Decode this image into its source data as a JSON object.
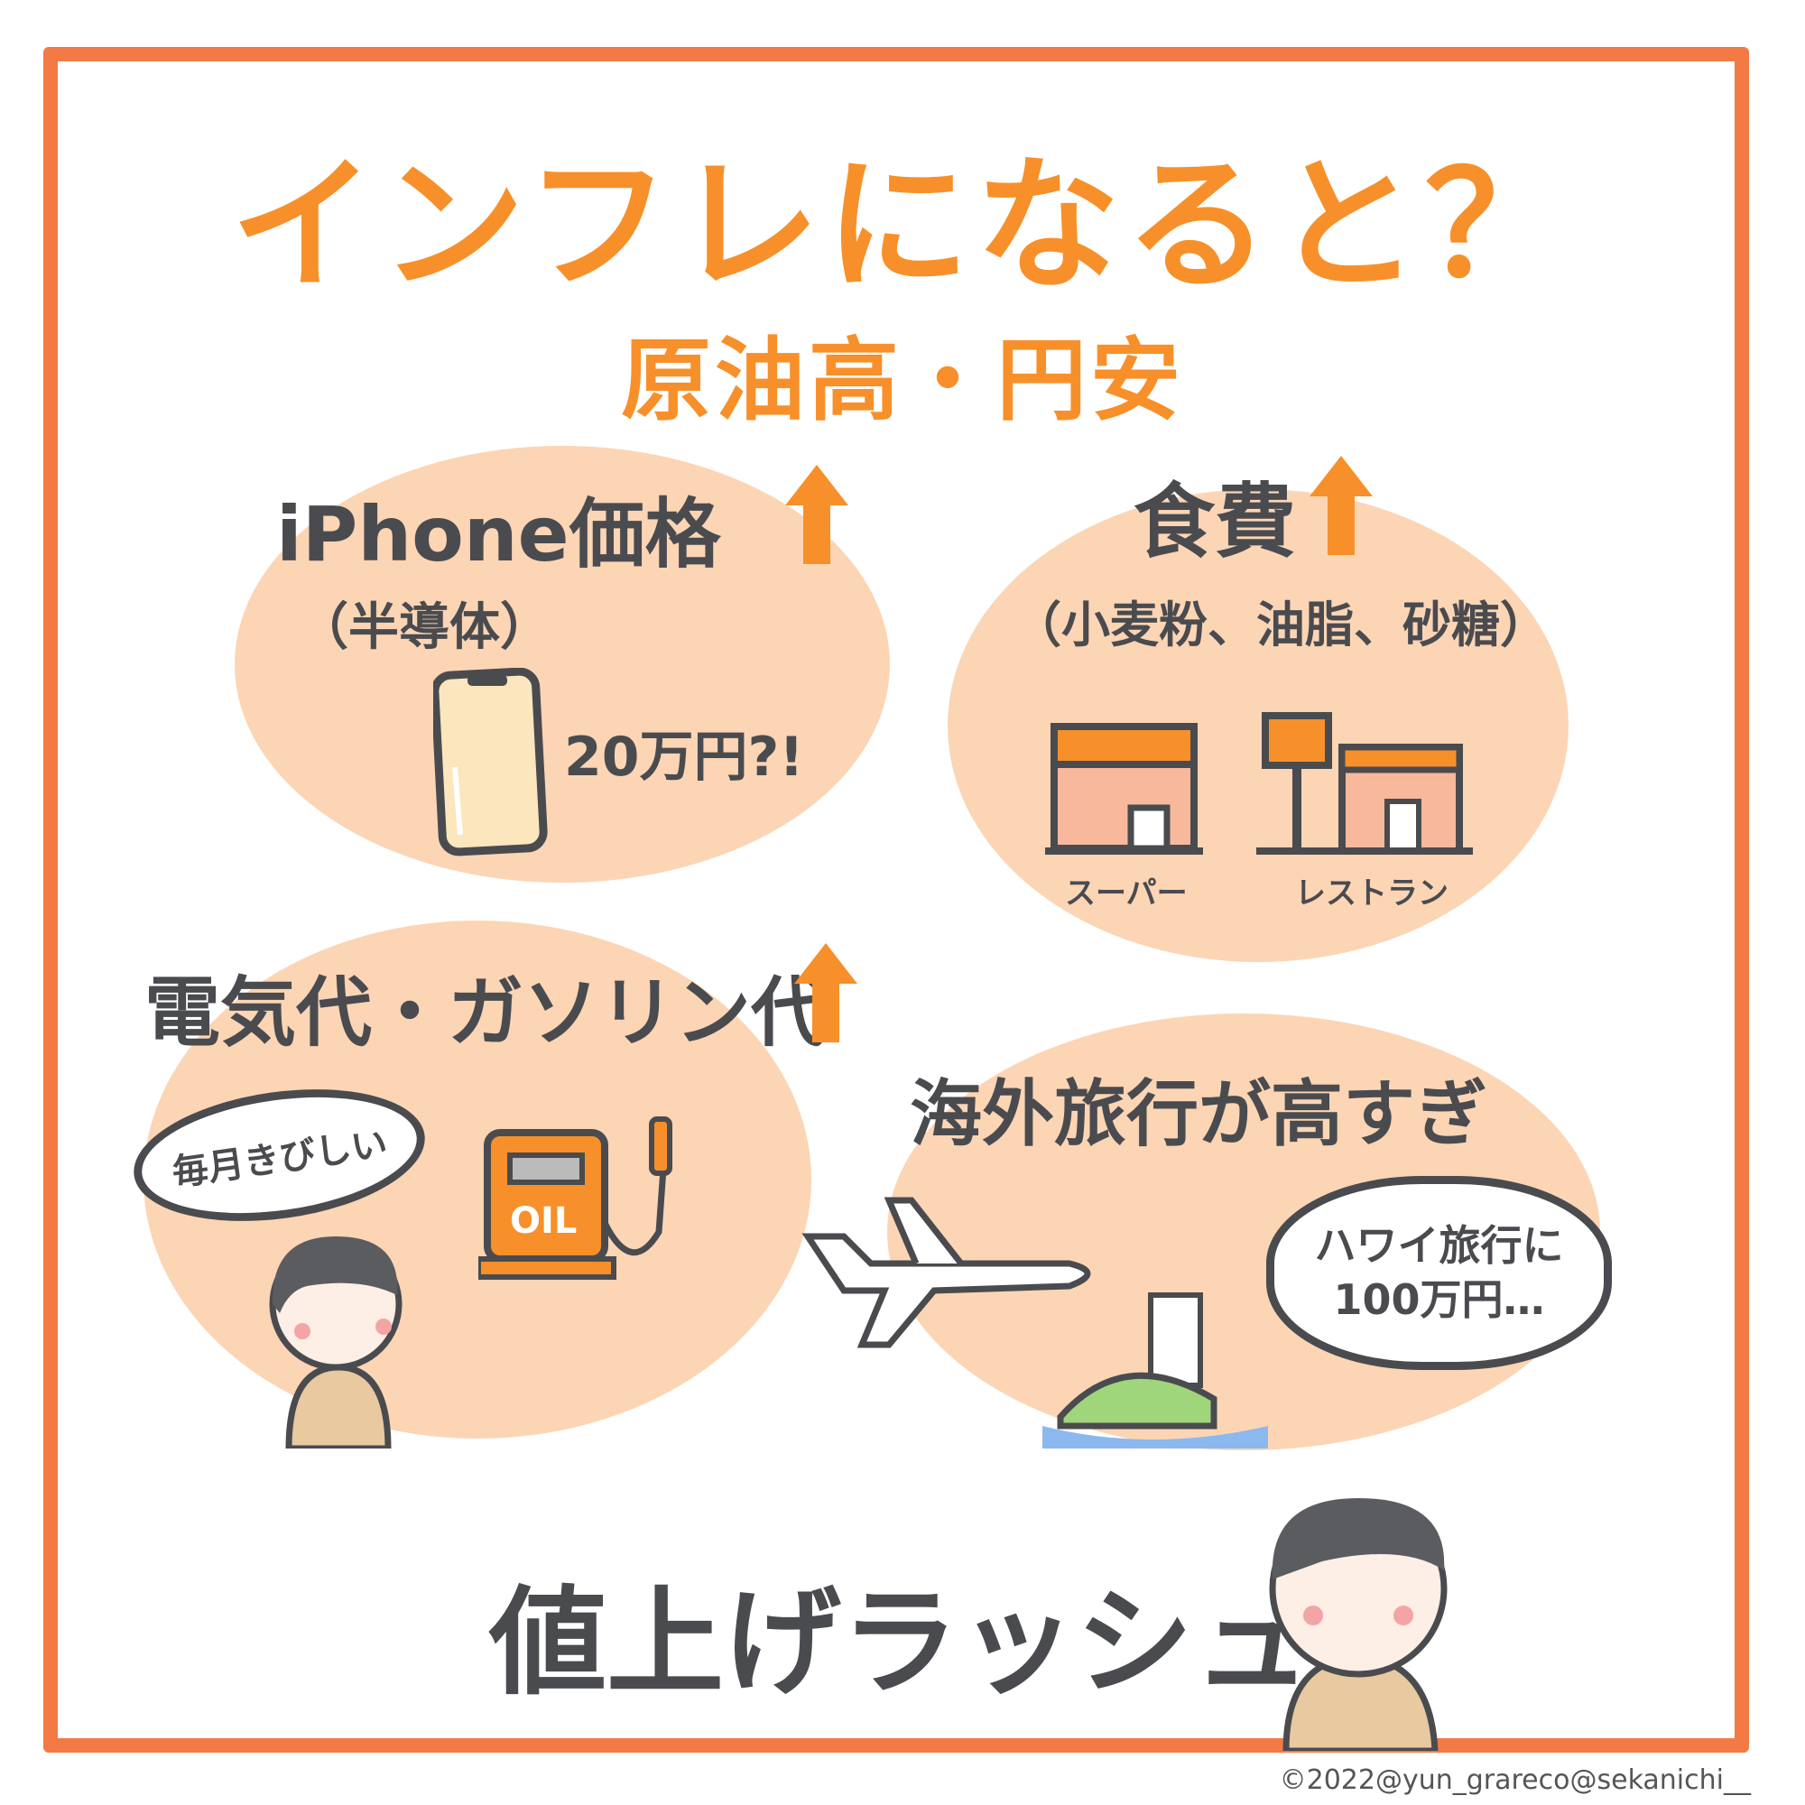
{
  "title": "インフレになると？",
  "subtitle": "原油高・円安",
  "colors": {
    "border": "#f37a44",
    "accent": "#f7902a",
    "blob": "#fcd5b5",
    "ink": "#4a4b4f"
  },
  "sections": {
    "iphone": {
      "heading": "iPhone価格",
      "sub": "（半導体）",
      "note": "20万円?!",
      "arrow": "up-arrow-icon"
    },
    "food": {
      "heading": "食費",
      "sub": "（小麦粉、油脂、砂糖）",
      "supermarket": "スーパー",
      "restaurant": "レストラン",
      "arrow": "up-arrow-icon"
    },
    "energy": {
      "heading": "電気代・ガソリン代",
      "bubble": "毎月きびしい",
      "pump_label": "OIL",
      "arrow": "up-arrow-icon"
    },
    "travel": {
      "heading": "海外旅行が高すぎ",
      "bubble_line1": "ハワイ旅行に",
      "bubble_line2": "100万円…"
    }
  },
  "footer_heading": "値上げラッシュ",
  "copyright": "©2022@yun_grareco@sekanichi__"
}
